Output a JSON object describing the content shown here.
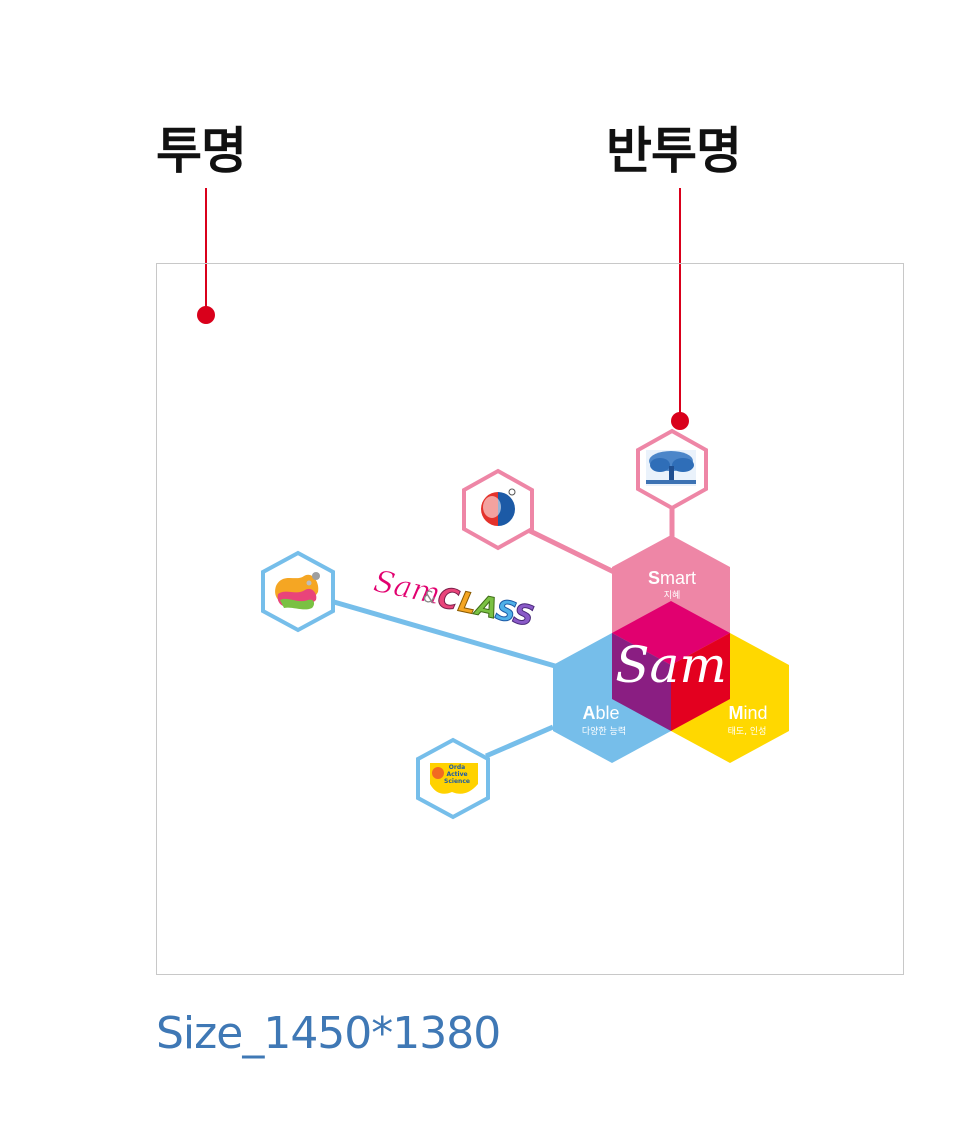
{
  "labels": {
    "transparent": "투명",
    "semi_transparent": "반투명"
  },
  "size_text": "Size_1450*1380",
  "center": {
    "brand": "Sam",
    "smart": {
      "cap": "S",
      "rest": "mart",
      "sub": "지혜"
    },
    "able": {
      "cap": "A",
      "rest": "ble",
      "sub": "다양한 능력"
    },
    "mind": {
      "cap": "M",
      "rest": "ind",
      "sub": "태도, 인성"
    }
  },
  "logo_text": {
    "sam": "Sam",
    "amp": "&",
    "class_letters": [
      "C",
      "L",
      "A",
      "S",
      "S"
    ]
  },
  "small_badge_text": [
    "Orda",
    "Active",
    "Science"
  ],
  "colors": {
    "pink": "#ee86a6",
    "blue": "#76beea",
    "yellow": "#ffd800",
    "magenta": "#e1006f",
    "purple": "#8a1e82",
    "red": "#e3001f",
    "marker": "#d9001b"
  },
  "icons": [
    "tree-icon",
    "atom-logo-icon",
    "wave-logo-icon",
    "science-logo-icon"
  ]
}
